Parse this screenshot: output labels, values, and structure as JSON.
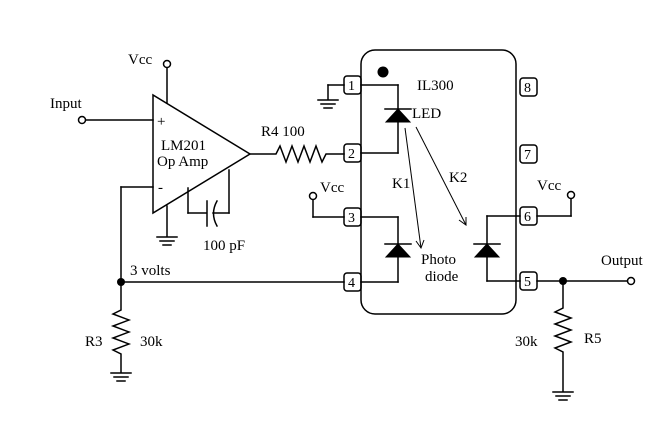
{
  "labels": {
    "input": "Input",
    "output": "Output",
    "vcc_opamp": "Vcc",
    "vcc_pin3": "Vcc",
    "vcc_pin6": "Vcc",
    "plus": "+",
    "minus": "-",
    "opamp_part": "LM201",
    "opamp_desc": "Op Amp",
    "cap_value": "100 pF",
    "r4": "R4 100",
    "ic_name": "IL300",
    "led": "LED",
    "k1": "K1",
    "k2": "K2",
    "photodiode_line1": "Photo",
    "photodiode_line2": "diode",
    "node_voltage": "3 volts",
    "r3": "R3",
    "r3_value": "30k",
    "r5": "R5",
    "r5_value": "30k"
  },
  "pins": [
    "1",
    "2",
    "3",
    "4",
    "5",
    "6",
    "7",
    "8"
  ]
}
